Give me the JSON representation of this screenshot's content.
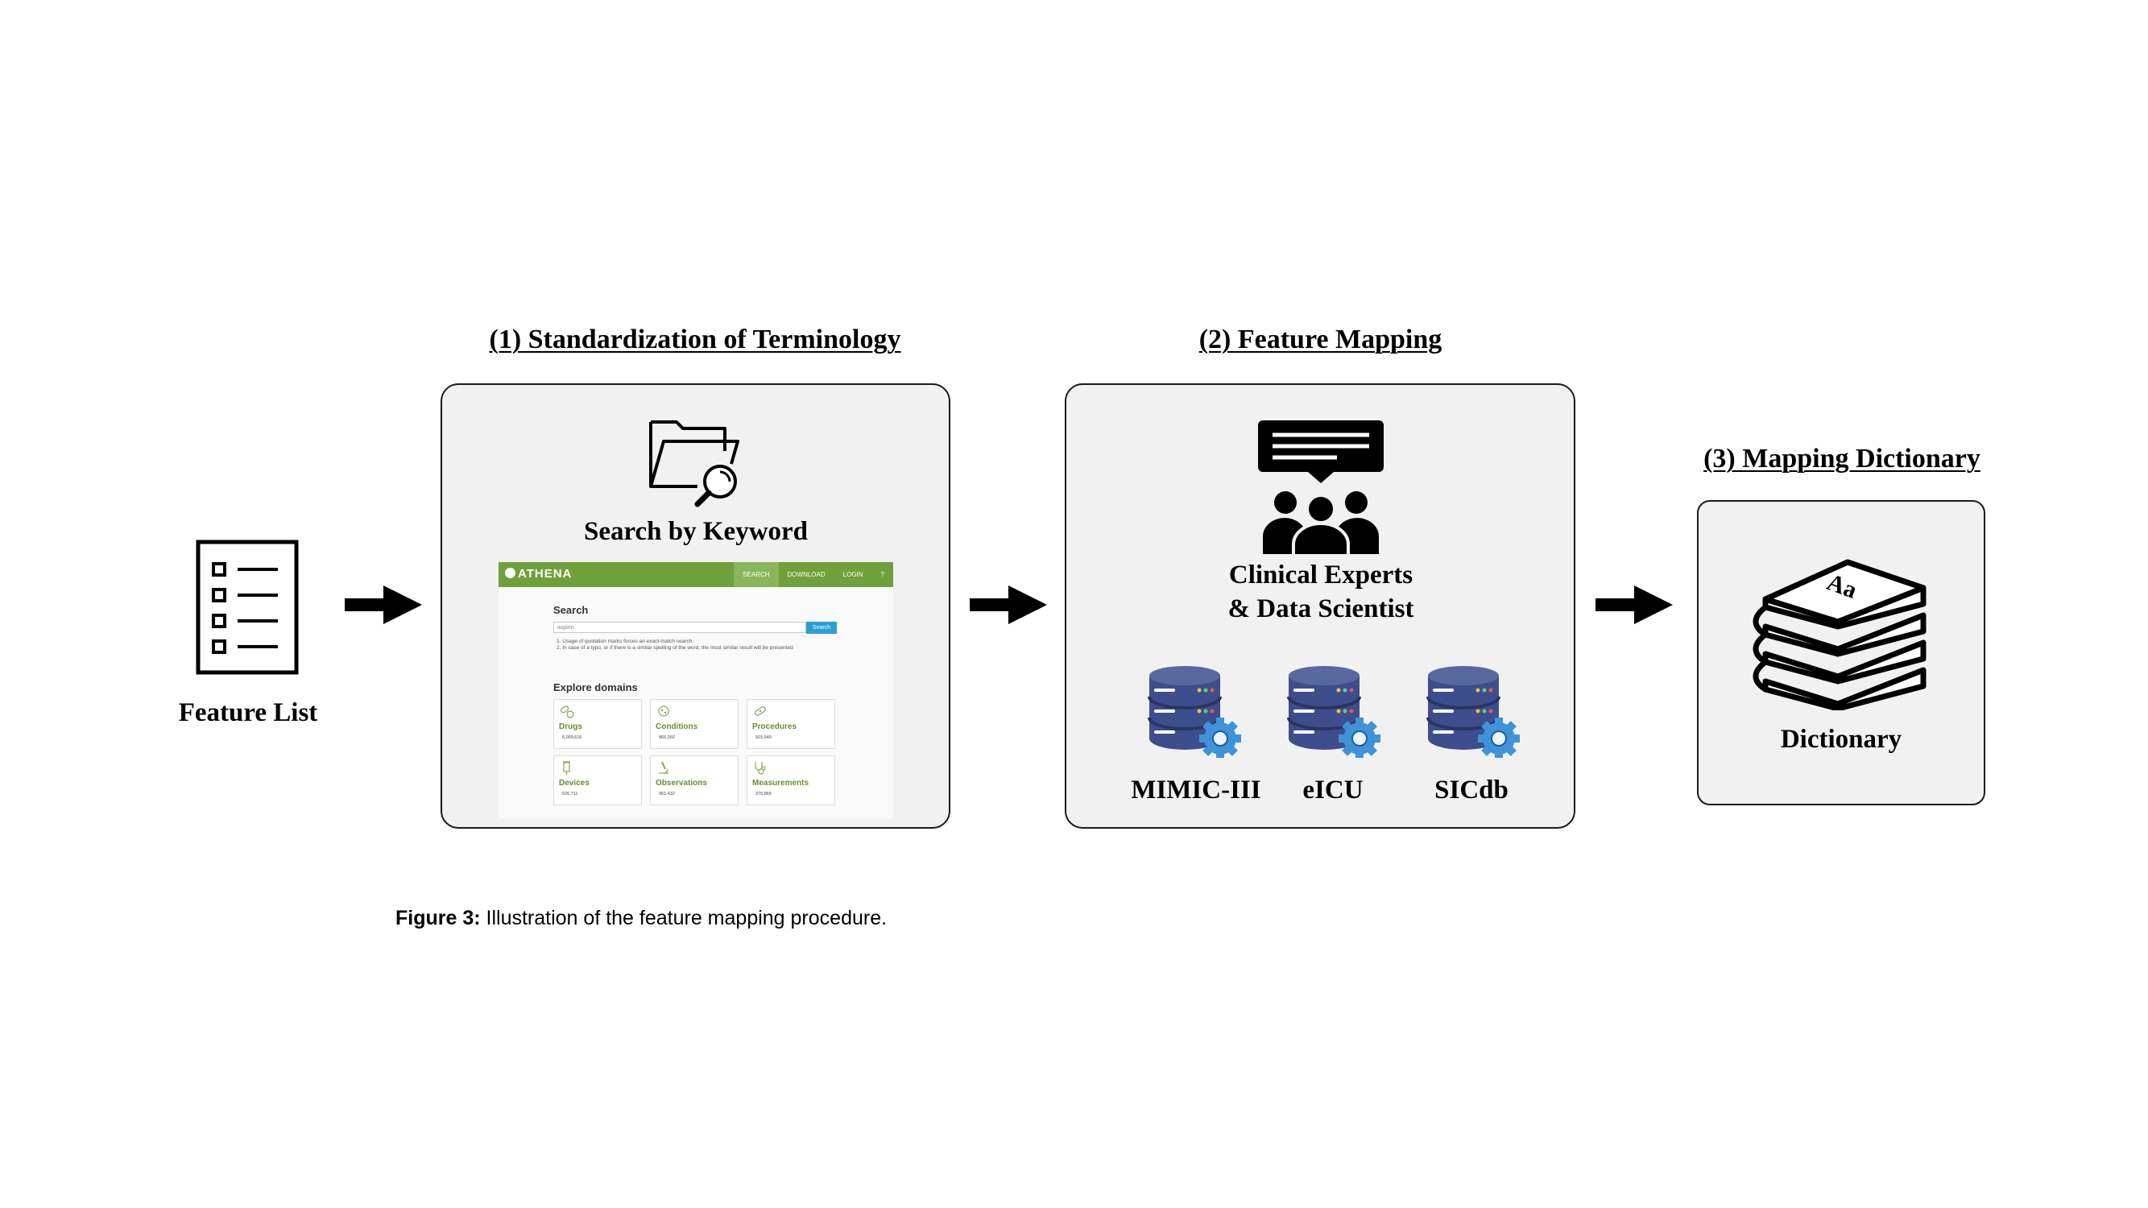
{
  "feature_list": {
    "label": "Feature List"
  },
  "stage1": {
    "title": "(1) Standardization of Terminology",
    "search_label": "Search by Keyword",
    "athena": {
      "brand": "ATHENA",
      "nav": [
        "SEARCH",
        "DOWNLOAD",
        "LOGIN",
        "?"
      ],
      "search_heading": "Search",
      "search_value": "aspirin",
      "search_button": "Search",
      "notes": [
        "1. Usage of quotation marks forces an exact-match search",
        "2. In case of a typo, or if there is a similar spelling of the word, the most similar result will be presented"
      ],
      "explore_heading": "Explore domains",
      "domains": [
        {
          "name": "Drugs",
          "count": "5,009,616"
        },
        {
          "name": "Conditions",
          "count": "865,092"
        },
        {
          "name": "Procedures",
          "count": "915,549"
        },
        {
          "name": "Devices",
          "count": "526,711"
        },
        {
          "name": "Observations",
          "count": "961,432"
        },
        {
          "name": "Measurements",
          "count": "375,866"
        }
      ]
    }
  },
  "stage2": {
    "title": "(2) Feature Mapping",
    "experts_line1": "Clinical Experts",
    "experts_line2": "& Data Scientist",
    "databases": [
      "MIMIC-III",
      "eICU",
      "SICdb"
    ]
  },
  "stage3": {
    "title": "(3) Mapping Dictionary",
    "dictionary_label": "Dictionary",
    "book_text": "Aa"
  },
  "caption": {
    "label": "Figure 3:",
    "text": " Illustration of the feature mapping procedure."
  }
}
